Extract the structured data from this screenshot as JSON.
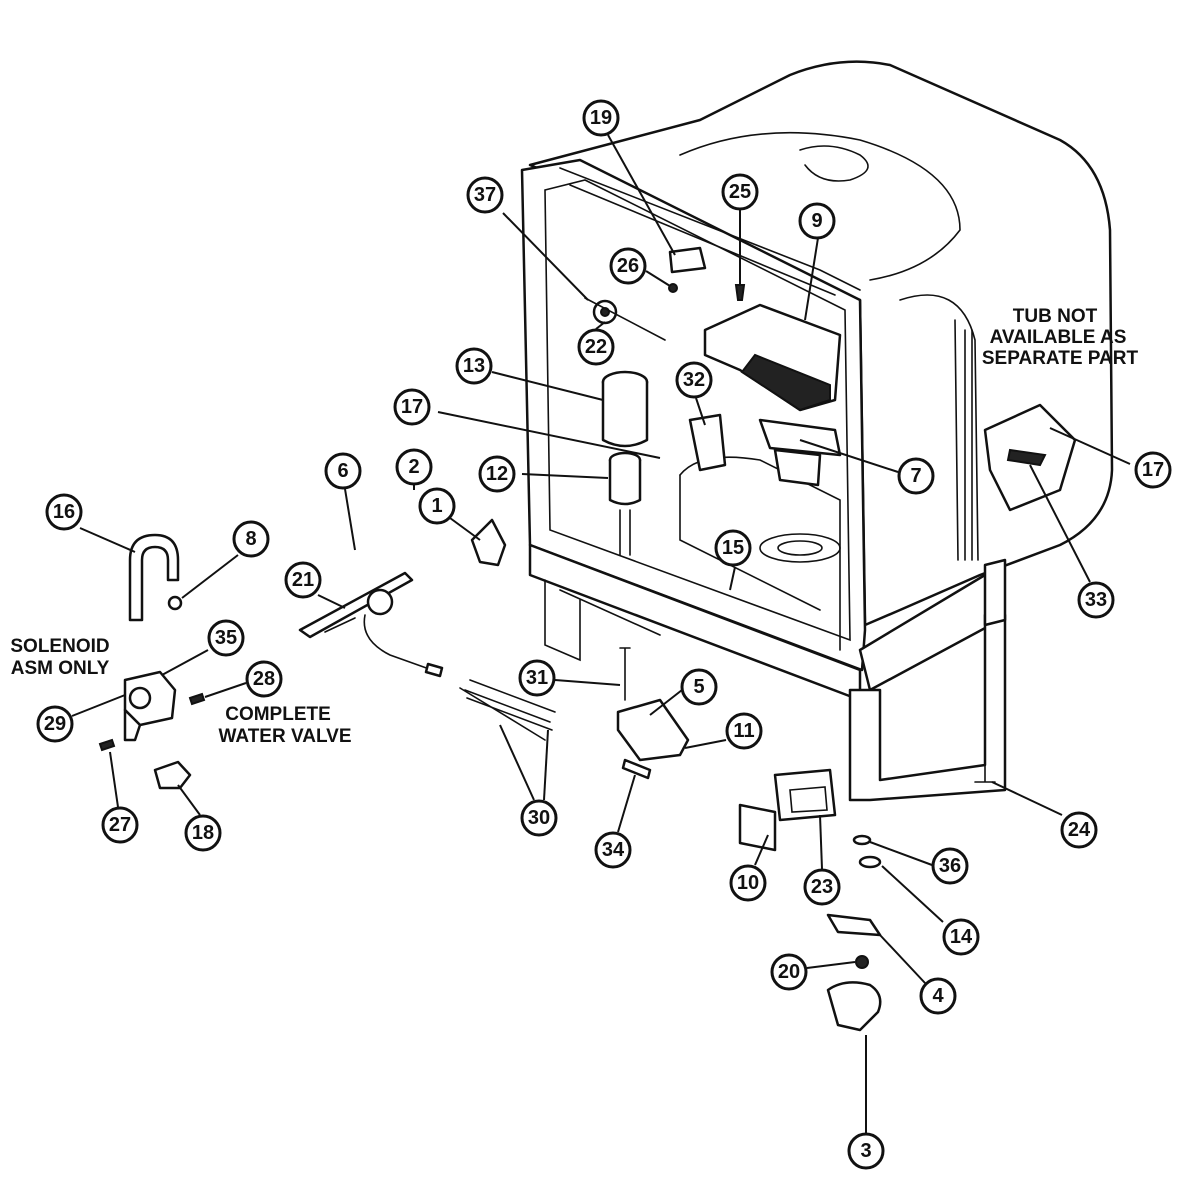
{
  "callouts": [
    {
      "id": "c1",
      "label": "1"
    },
    {
      "id": "c2",
      "label": "2"
    },
    {
      "id": "c3",
      "label": "3"
    },
    {
      "id": "c4",
      "label": "4"
    },
    {
      "id": "c5",
      "label": "5"
    },
    {
      "id": "c6",
      "label": "6"
    },
    {
      "id": "c7",
      "label": "7"
    },
    {
      "id": "c8",
      "label": "8"
    },
    {
      "id": "c9",
      "label": "9"
    },
    {
      "id": "c10",
      "label": "10"
    },
    {
      "id": "c11",
      "label": "11"
    },
    {
      "id": "c12",
      "label": "12"
    },
    {
      "id": "c13",
      "label": "13"
    },
    {
      "id": "c14",
      "label": "14"
    },
    {
      "id": "c15",
      "label": "15"
    },
    {
      "id": "c16",
      "label": "16"
    },
    {
      "id": "c17a",
      "label": "17"
    },
    {
      "id": "c17b",
      "label": "17"
    },
    {
      "id": "c18",
      "label": "18"
    },
    {
      "id": "c19",
      "label": "19"
    },
    {
      "id": "c20",
      "label": "20"
    },
    {
      "id": "c21",
      "label": "21"
    },
    {
      "id": "c22",
      "label": "22"
    },
    {
      "id": "c23",
      "label": "23"
    },
    {
      "id": "c24",
      "label": "24"
    },
    {
      "id": "c25",
      "label": "25"
    },
    {
      "id": "c26",
      "label": "26"
    },
    {
      "id": "c27",
      "label": "27"
    },
    {
      "id": "c28",
      "label": "28"
    },
    {
      "id": "c29",
      "label": "29"
    },
    {
      "id": "c30",
      "label": "30"
    },
    {
      "id": "c31",
      "label": "31"
    },
    {
      "id": "c32",
      "label": "32"
    },
    {
      "id": "c33",
      "label": "33"
    },
    {
      "id": "c34",
      "label": "34"
    },
    {
      "id": "c35",
      "label": "35"
    },
    {
      "id": "c36",
      "label": "36"
    },
    {
      "id": "c37",
      "label": "37"
    }
  ],
  "notes": {
    "tub_line1": "TUB NOT",
    "tub_line2": "AVAILABLE AS",
    "tub_line3": "SEPARATE PART",
    "solenoid_line1": "SOLENOID",
    "solenoid_line2": "ASM ONLY",
    "valve_line1": "COMPLETE",
    "valve_line2": "WATER VALVE"
  }
}
